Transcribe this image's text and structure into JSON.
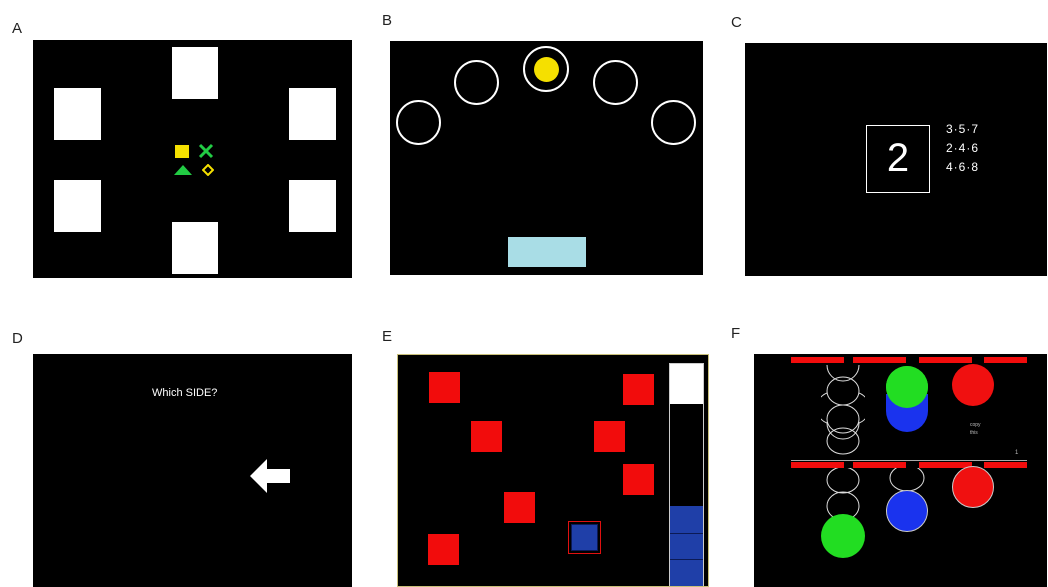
{
  "panels": {
    "a": {
      "label": "A"
    },
    "b": {
      "label": "B"
    },
    "c": {
      "label": "C",
      "digit": "2",
      "sequences": [
        "3·5·7",
        "2·4·6",
        "4·6·8"
      ]
    },
    "d": {
      "label": "D",
      "prompt": "Which SIDE?"
    },
    "e": {
      "label": "E"
    },
    "f": {
      "label": "F",
      "small_text_1": "copy",
      "small_text_2": "this",
      "marker": "1"
    }
  },
  "colors": {
    "background": "#000000",
    "white": "#ffffff",
    "yellow": "#f5e000",
    "green": "#22cc44",
    "red": "#f20c0c",
    "blue": "#1f3fa8",
    "light_blue": "#a9dde6"
  }
}
